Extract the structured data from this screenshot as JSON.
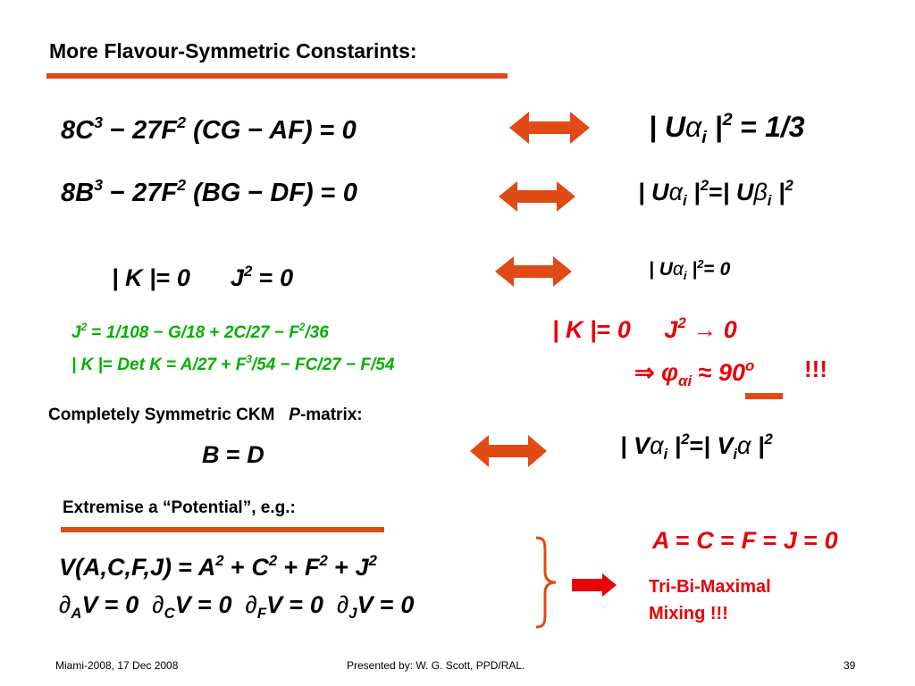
{
  "slide": {
    "title": "More Flavour-Symmetric Constarints:",
    "row1": {
      "left": "8C³ − 27F² (CG − AF) = 0",
      "right": "| Uαi |² = 1/3"
    },
    "row2": {
      "left": "8B³ − 27F² (BG − DF) = 0",
      "right": "| Uαi |² = | Uβi |²"
    },
    "row3": {
      "left": "| K | = 0      J² = 0",
      "right": "| Uαi |² = 0"
    },
    "green1": "J² = 1/108 − G/18 + 2C/27 − F²/36",
    "green2": "| K | = Det K = A/27 + F³/54 − FC/27 − F/54",
    "kj_right": "| K | = 0      J² → 0",
    "phi_line": "⇒ φαi ≈ 90°",
    "exclaim": "!!!",
    "ckm_label": "Completely Symmetric CKM",
    "ckm_p": "P",
    "ckm_suffix": "-matrix:",
    "bd_eq": "B = D",
    "v_right": "| Vαi |² = | Viα |²",
    "potential_label": "Extremise a  “Potential”, e.g.:",
    "potential_eq": "V(A,C,F,J) = A² + C² + F² + J²",
    "derivatives": "∂AV = 0  ∂CV = 0  ∂FV = 0  ∂JV = 0",
    "result_eq": "A = C = F = J = 0",
    "tbm_line1": "Tri-Bi-Maximal",
    "tbm_line2": "Mixing  !!!"
  },
  "footer": {
    "left": "Miami-2008, 17 Dec 2008",
    "center": "Presented by:  W. G. Scott, PPD/RAL.",
    "page": "39"
  },
  "colors": {
    "accent": "#e04a14",
    "red_text": "#e8000a",
    "green_text": "#00b000"
  },
  "icons": [
    "double-arrow-icon",
    "right-arrow-icon",
    "brace-icon"
  ]
}
